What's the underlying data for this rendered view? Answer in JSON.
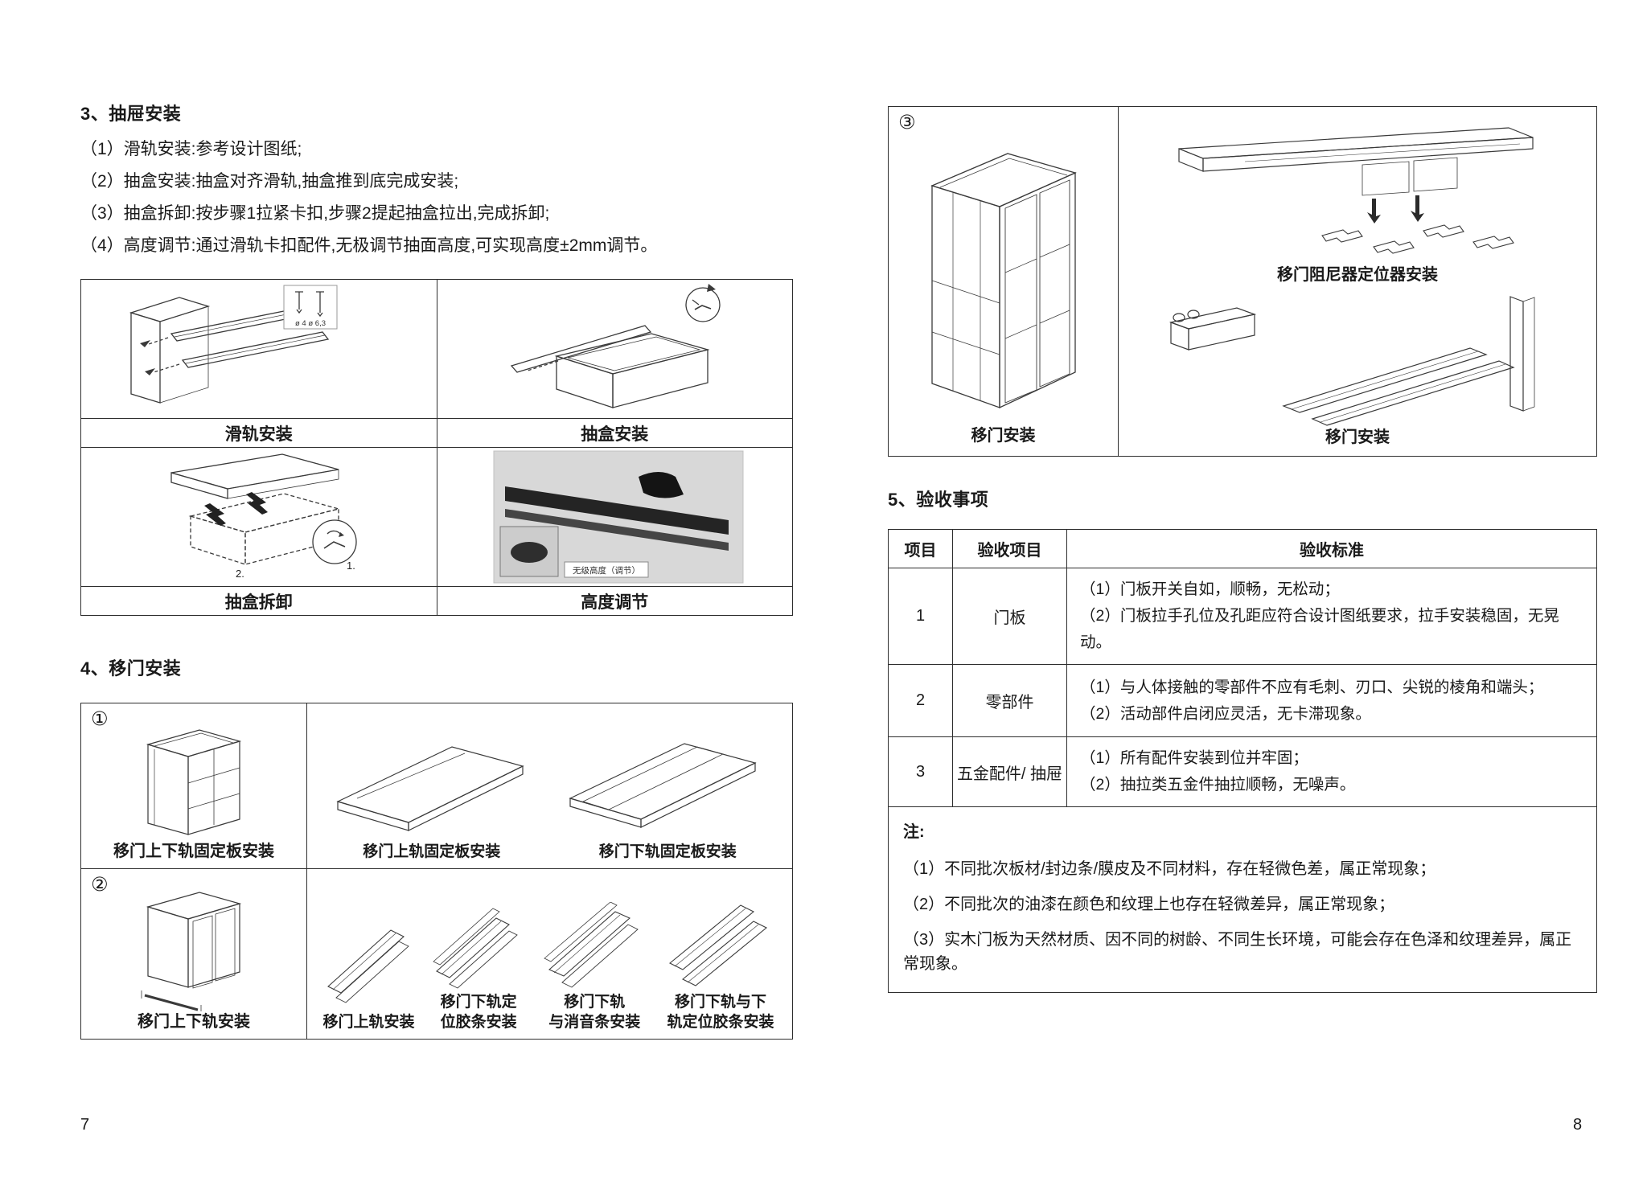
{
  "left": {
    "section3": {
      "title": "3、抽屉安装",
      "items": [
        "（1）滑轨安装:参考设计图纸;",
        "（2）抽盒安装:抽盒对齐滑轨,抽盒推到底完成安装;",
        "（3）抽盒拆卸:按步骤1拉紧卡扣,步骤2提起抽盒拉出,完成拆卸;",
        "（4）高度调节:通过滑轨卡扣配件,无极调节抽面高度,可实现高度±2mm调节。"
      ],
      "grid": {
        "cell1_label": "滑轨安装",
        "cell2_label": "抽盒安装",
        "cell3_label": "抽盒拆卸",
        "cell4_label": "高度调节",
        "screw_note": "ø 4  ø 6,3",
        "step1": "1.",
        "step2": "2.",
        "height_note": "无级高度（调节）"
      }
    },
    "section4": {
      "title": "4、移门安装",
      "badge1": "①",
      "badge2": "②",
      "labels": {
        "r1c1": "移门上下轨固定板安装",
        "r1c2": "移门上轨固定板安装",
        "r1c3": "移门下轨固定板安装",
        "r2c1": "移门上下轨安装",
        "r2c2": "移门上轨安装",
        "r2c3a": "移门下轨定",
        "r2c3b": "位胶条安装",
        "r2c4a": "移门下轨",
        "r2c4b": "与消音条安装",
        "r2c5a": "移门下轨与下",
        "r2c5b": "轨定位胶条安装"
      }
    },
    "page_number": "7"
  },
  "right": {
    "diagram": {
      "badge": "③",
      "wardrobe_label": "移门安装",
      "damper_label": "移门阻尼器定位器安装",
      "rail_label": "移门安装"
    },
    "section5": {
      "title": "5、验收事项",
      "table": {
        "headers": [
          "项目",
          "验收项目",
          "验收标准"
        ],
        "rows": [
          {
            "num": "1",
            "item": "门板",
            "line1": "（1）门板开关自如，顺畅，无松动；",
            "line2": "（2）门板拉手孔位及孔距应符合设计图纸要求，拉手安装稳固，无晃动。"
          },
          {
            "num": "2",
            "item": "零部件",
            "line1": "（1）与人体接触的零部件不应有毛刺、刃口、尖锐的棱角和端头；",
            "line2": "（2）活动部件启闭应灵活，无卡滞现象。"
          },
          {
            "num": "3",
            "item": "五金配件/ 抽屉",
            "line1": "（1）所有配件安装到位并牢固；",
            "line2": "（2）抽拉类五金件抽拉顺畅，无噪声。"
          }
        ],
        "note_title": "注:",
        "notes": [
          "（1）不同批次板材/封边条/膜皮及不同材料，存在轻微色差，属正常现象；",
          "（2）不同批次的油漆在颜色和纹理上也存在轻微差异，属正常现象；",
          "（3）实木门板为天然材质、因不同的树龄、不同生长环境，可能会存在色泽和纹理差异，属正常现象。"
        ]
      }
    },
    "page_number": "8"
  }
}
